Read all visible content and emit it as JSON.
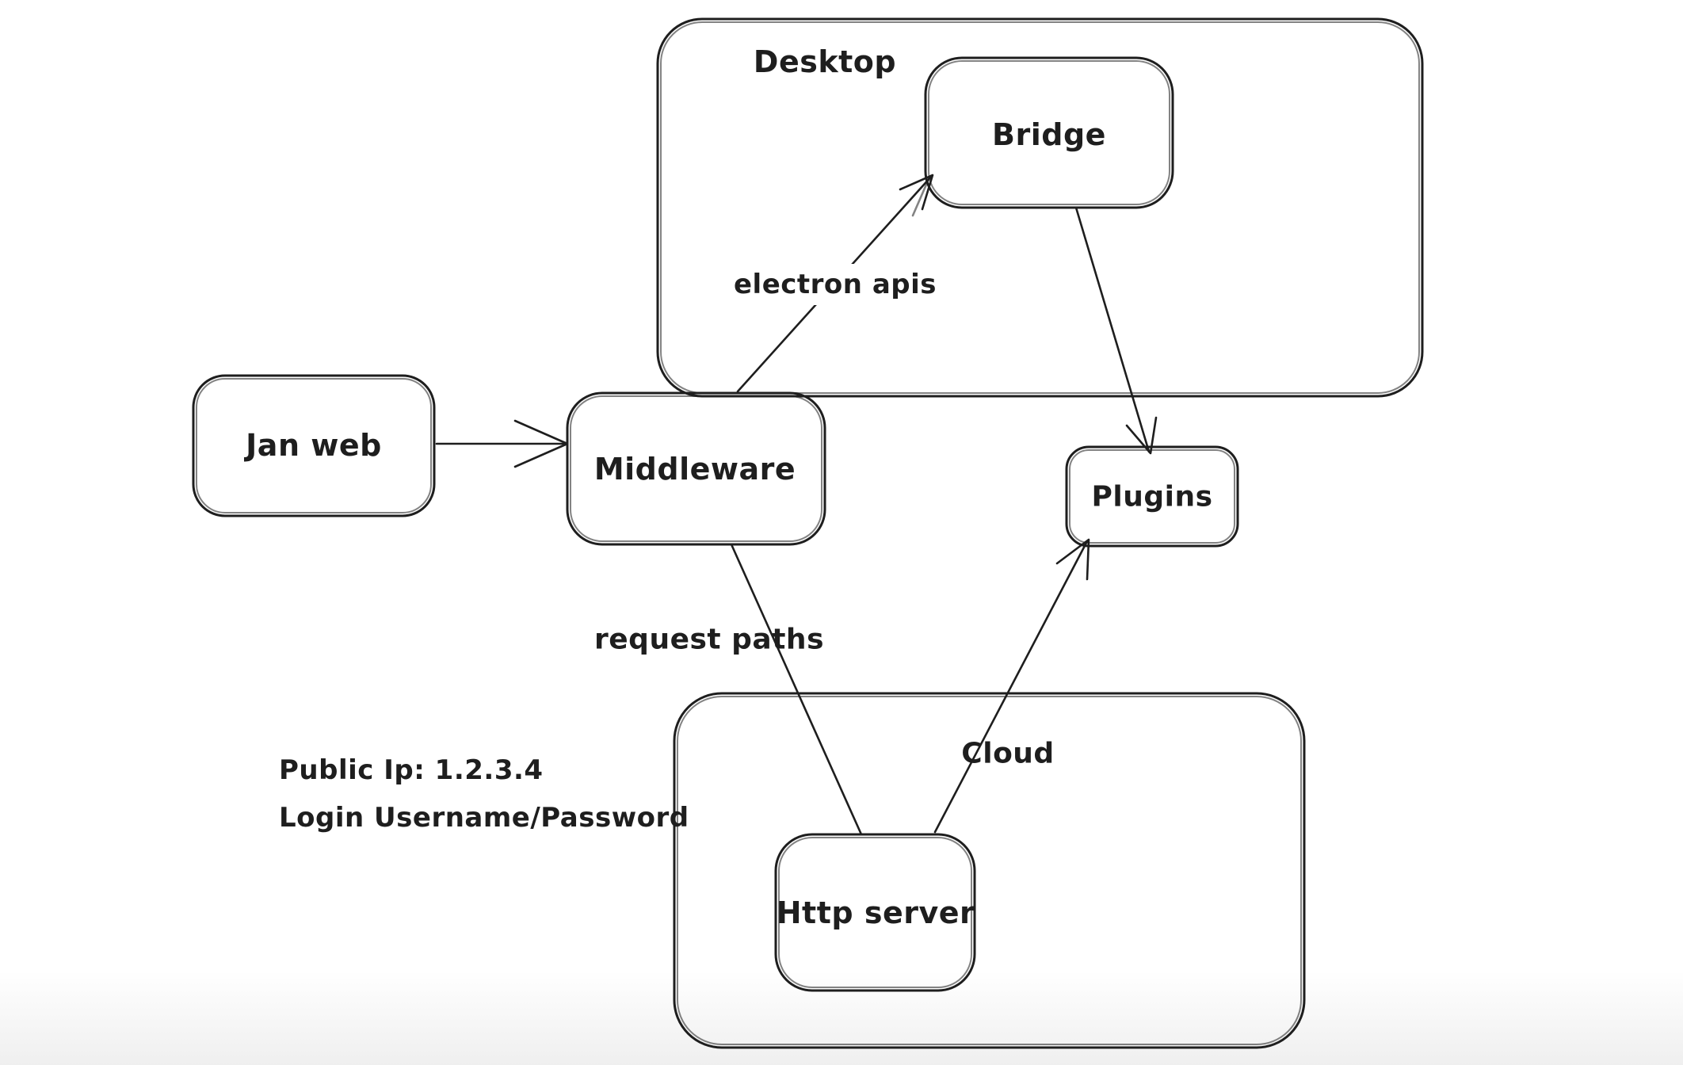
{
  "diagram": {
    "colors": {
      "stroke": "#1e1e1e",
      "background": "#ffffff"
    },
    "containers": {
      "desktop": {
        "label": "Desktop"
      },
      "cloud": {
        "label": "Cloud"
      }
    },
    "nodes": {
      "jan_web": {
        "label": "Jan web"
      },
      "middleware": {
        "label": "Middleware"
      },
      "bridge": {
        "label": "Bridge"
      },
      "plugins": {
        "label": "Plugins"
      },
      "http_server": {
        "label": "Http server"
      }
    },
    "edges": {
      "middleware_bridge": {
        "label": "electron apis"
      },
      "middleware_http_server": {
        "label": "request paths"
      }
    },
    "notes": {
      "line1": "Public Ip: 1.2.3.4",
      "line2": "Login Username/Password"
    }
  }
}
